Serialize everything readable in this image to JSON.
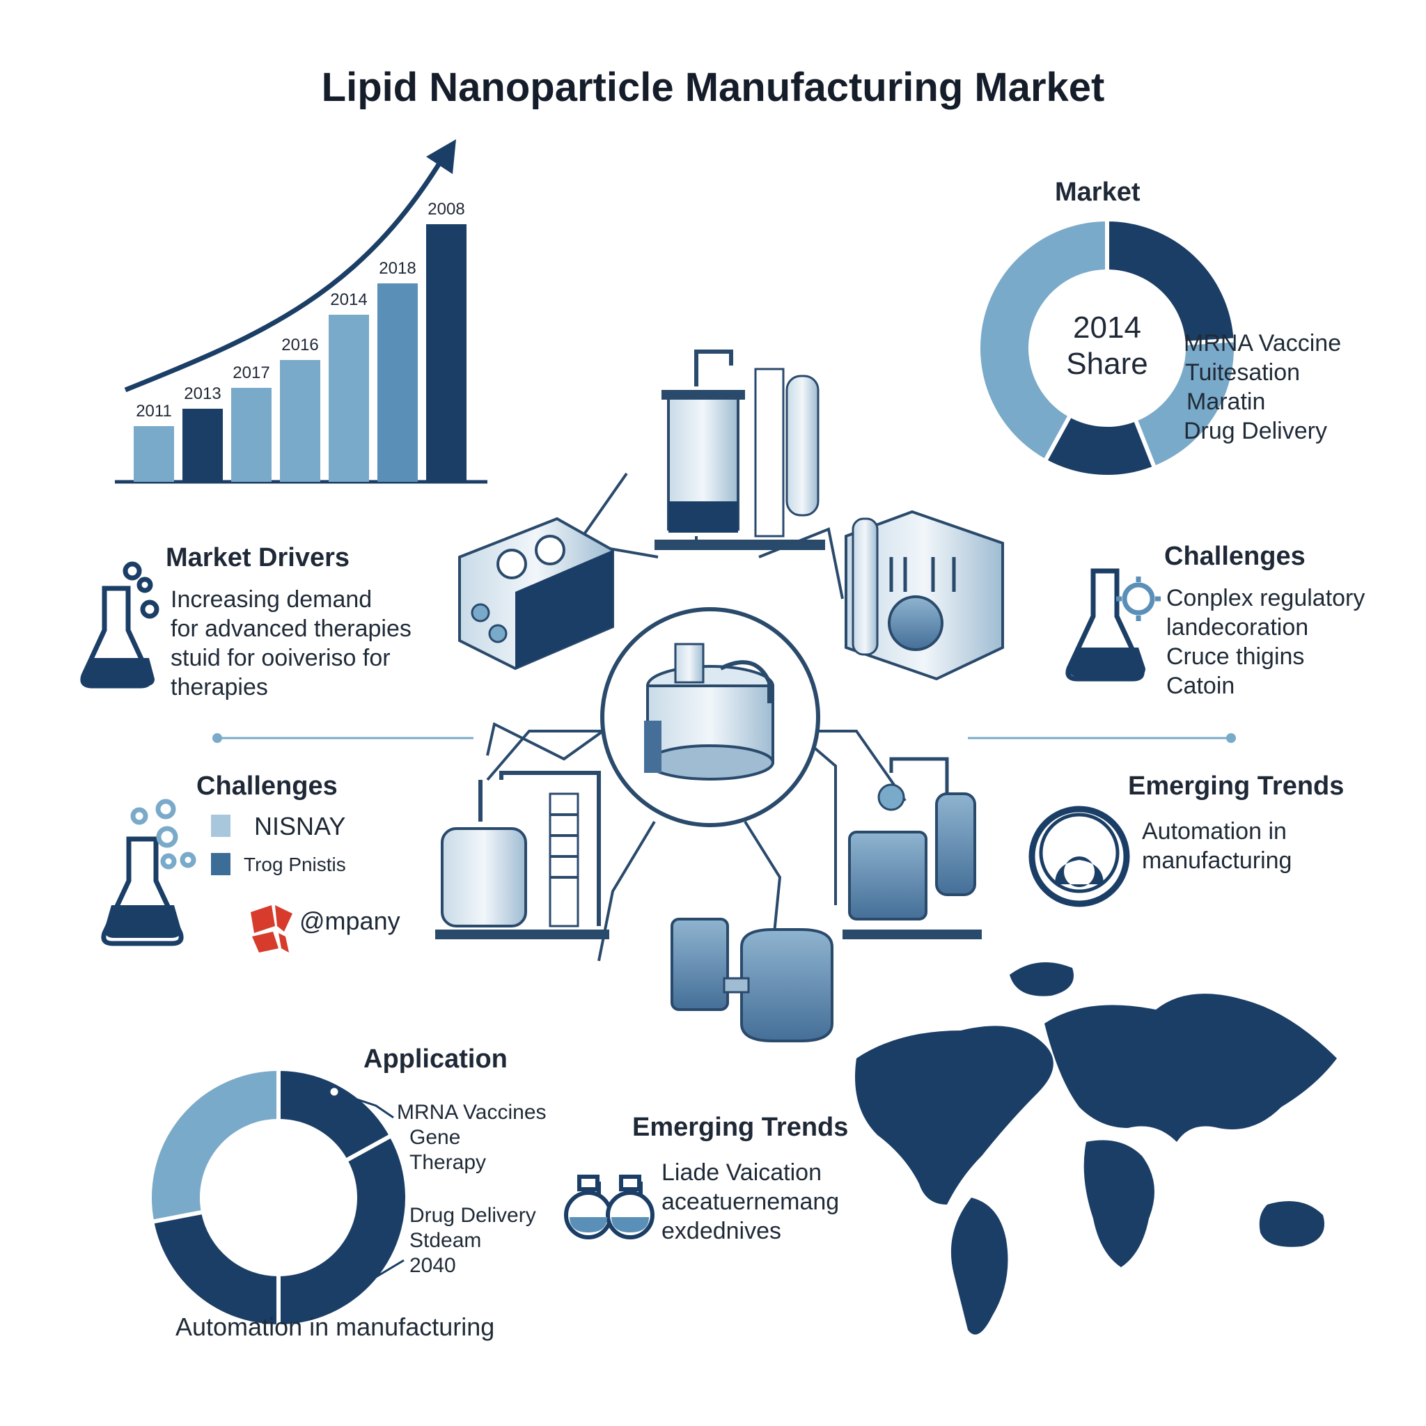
{
  "title": "Lipid Nanoparticle Manufacturing Market",
  "colors": {
    "navy": "#1b3e66",
    "mid": "#3c6d97",
    "light": "#7aaac9",
    "pale": "#a9c7dc",
    "accent_red": "#d63b2c"
  },
  "growth_chart": {
    "chart_data": {
      "type": "bar",
      "categories": [
        "2011",
        "2013",
        "2017",
        "2016",
        "2014",
        "2018",
        "2008"
      ],
      "values": [
        80,
        105,
        135,
        175,
        240,
        285,
        370
      ],
      "colors": [
        "#7aaac9",
        "#1b3e66",
        "#7aaac9",
        "#7aaac9",
        "#7aaac9",
        "#5a8fb8",
        "#1b3e66"
      ],
      "label_texts": [
        "2011",
        "2013",
        "2017",
        "2016",
        "2014",
        "2018",
        "2008"
      ]
    }
  },
  "market_donut": {
    "heading": "Market",
    "center_line1": "2014",
    "center_line2": "Share",
    "legend": [
      "MRNA Vaccine",
      "Tuitesation",
      "Maratin",
      "Drug Delivery"
    ],
    "chart_data": {
      "type": "pie",
      "values": [
        24,
        20,
        14,
        42
      ],
      "colors": [
        "#1b3e66",
        "#7aaac9",
        "#1b3e66",
        "#7aaac9"
      ]
    }
  },
  "market_drivers": {
    "heading": "Market Drivers",
    "lines": [
      "Increasing demand",
      "for advanced therapies",
      "stuid for ooiveriso for",
      "therapies"
    ]
  },
  "challenges_right": {
    "heading": "Challenges",
    "lines": [
      "Conplex regulatory",
      "landecoration",
      "Cruce thigins",
      "Catoin"
    ]
  },
  "challenges_left": {
    "heading": "Challenges",
    "legend": [
      "NISNAY",
      "Trog Pnistis"
    ],
    "company": "@mpany"
  },
  "emerging_right": {
    "heading": "Emerging Trends",
    "lines": [
      "Automation in",
      "manufacturing"
    ]
  },
  "application": {
    "heading": "Application",
    "labels": [
      "MRNA Vaccines",
      "Gene",
      "Therapy",
      "Drug Delivery",
      "Stdeam",
      "2040"
    ],
    "footer": "Automation in manufacturing",
    "chart_data": {
      "type": "pie",
      "values": [
        17,
        33,
        22,
        28
      ],
      "colors": [
        "#1b3e66",
        "#1b3e66",
        "#1b3e66",
        "#7aaac9"
      ]
    }
  },
  "emerging_bottom": {
    "heading": "Emerging Trends",
    "lines": [
      "Liade Vaication",
      "aceatuernemang",
      "exdednives"
    ]
  }
}
